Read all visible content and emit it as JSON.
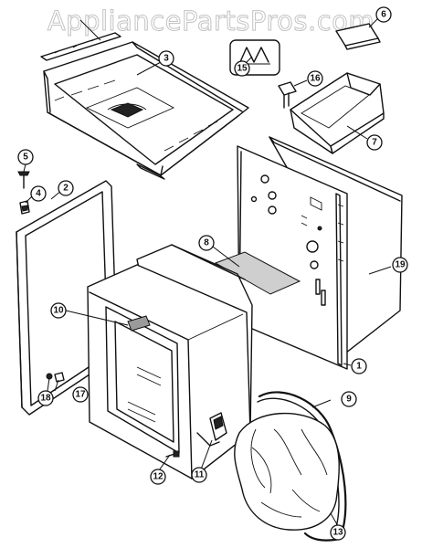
{
  "watermark": "AppliancePartsPros.com",
  "callouts": {
    "c1": "1",
    "c2": "2",
    "c3": "3",
    "c4": "4",
    "c5": "5",
    "c6": "6",
    "c7": "7",
    "c8": "8",
    "c9": "9",
    "c10": "10",
    "c11": "11",
    "c12": "12",
    "c13": "13",
    "c15": "15",
    "c16": "16",
    "c17": "17",
    "c18": "18",
    "c19": "19"
  },
  "colors": {
    "line": "#111111",
    "background": "#ffffff",
    "watermark": "#b9b9b9"
  }
}
